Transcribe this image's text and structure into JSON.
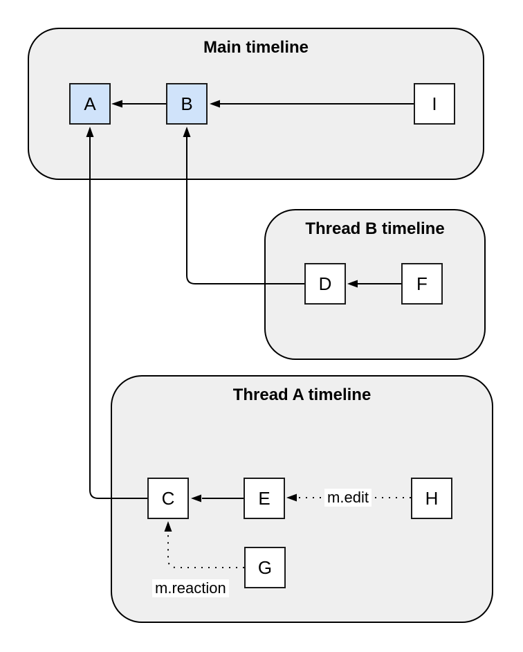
{
  "containers": [
    {
      "id": "main-timeline",
      "title": "Main timeline"
    },
    {
      "id": "thread-b-timeline",
      "title": "Thread B timeline"
    },
    {
      "id": "thread-a-timeline",
      "title": "Thread A timeline"
    }
  ],
  "nodes": [
    {
      "id": "A",
      "label": "A",
      "container": "main-timeline",
      "highlighted": true
    },
    {
      "id": "B",
      "label": "B",
      "container": "main-timeline",
      "highlighted": true
    },
    {
      "id": "I",
      "label": "I",
      "container": "main-timeline",
      "highlighted": false
    },
    {
      "id": "D",
      "label": "D",
      "container": "thread-b-timeline",
      "highlighted": false
    },
    {
      "id": "F",
      "label": "F",
      "container": "thread-b-timeline",
      "highlighted": false
    },
    {
      "id": "C",
      "label": "C",
      "container": "thread-a-timeline",
      "highlighted": false
    },
    {
      "id": "E",
      "label": "E",
      "container": "thread-a-timeline",
      "highlighted": false
    },
    {
      "id": "H",
      "label": "H",
      "container": "thread-a-timeline",
      "highlighted": false
    },
    {
      "id": "G",
      "label": "G",
      "container": "thread-a-timeline",
      "highlighted": false
    }
  ],
  "edges": [
    {
      "from": "B",
      "to": "A",
      "style": "solid",
      "label": ""
    },
    {
      "from": "I",
      "to": "B",
      "style": "solid",
      "label": ""
    },
    {
      "from": "F",
      "to": "D",
      "style": "solid",
      "label": ""
    },
    {
      "from": "D",
      "to": "B",
      "style": "solid",
      "label": ""
    },
    {
      "from": "C",
      "to": "A",
      "style": "solid",
      "label": ""
    },
    {
      "from": "E",
      "to": "C",
      "style": "solid",
      "label": ""
    },
    {
      "from": "H",
      "to": "E",
      "style": "dotted",
      "label": "m.edit"
    },
    {
      "from": "G",
      "to": "C",
      "style": "dotted",
      "label": "m.reaction"
    }
  ],
  "colors": {
    "page_bg": "#ffffff",
    "container_fill": "#efefef",
    "container_border": "#000000",
    "node_fill": "#ffffff",
    "node_highlight_fill": "#d0e3fa",
    "node_border": "#1a1a1a",
    "line": "#000000",
    "text": "#000000"
  }
}
